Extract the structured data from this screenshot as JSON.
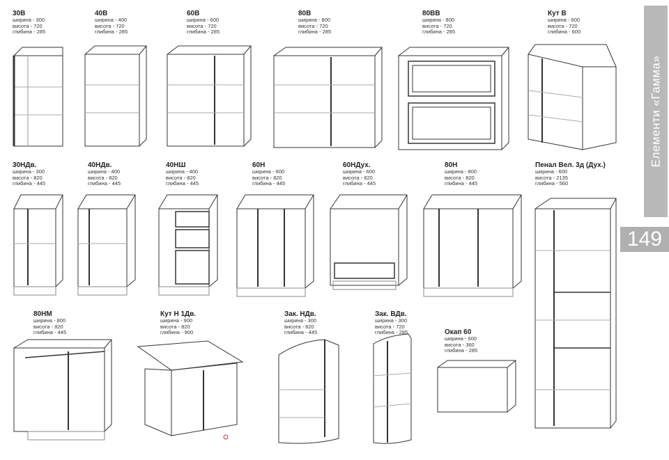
{
  "sidebar": {
    "label": "Елементи «Гамма»"
  },
  "page_number": "149",
  "items": [
    {
      "title": "30В",
      "width": "ширина - 300",
      "height": "висота - 720",
      "depth": "глибина - 285"
    },
    {
      "title": "40В",
      "width": "ширина - 400",
      "height": "висота - 720",
      "depth": "глибина - 285"
    },
    {
      "title": "60В",
      "width": "ширина - 600",
      "height": "висота - 720",
      "depth": "глибина - 285"
    },
    {
      "title": "80В",
      "width": "ширина - 800",
      "height": "висота - 720",
      "depth": "глибина - 285"
    },
    {
      "title": "80ВВ",
      "width": "ширина - 800",
      "height": "висота - 720",
      "depth": "глибина - 285"
    },
    {
      "title": "Кут В",
      "width": "ширина - 600",
      "height": "висота - 720",
      "depth": "глибина - 600"
    },
    {
      "title": "30НДв.",
      "width": "ширина - 300",
      "height": "висота - 820",
      "depth": "глибина - 445"
    },
    {
      "title": "40НДв.",
      "width": "ширина - 400",
      "height": "висота - 820",
      "depth": "глибина - 445"
    },
    {
      "title": "40НШ",
      "width": "ширина - 400",
      "height": "висота - 820",
      "depth": "глибина - 445"
    },
    {
      "title": "60Н",
      "width": "ширина - 600",
      "height": "висота - 820",
      "depth": "глибина - 445"
    },
    {
      "title": "60НДух.",
      "width": "ширина - 600",
      "height": "висота - 820",
      "depth": "глибина - 445"
    },
    {
      "title": "80Н",
      "width": "ширина - 800",
      "height": "висота - 820",
      "depth": "глибина - 445"
    },
    {
      "title": "Пенал Вел. 3д (Дух.)",
      "width": "ширина - 600",
      "height": "висота - 2135",
      "depth": "глибина - 560"
    },
    {
      "title": "80НМ",
      "width": "ширина - 800",
      "height": "висота - 820",
      "depth": "глибина - 445"
    },
    {
      "title": "Кут Н 1Дв.",
      "width": "ширина - 900",
      "height": "висота - 820",
      "depth": "глибина - 900"
    },
    {
      "title": "Зак. НДв.",
      "width": "ширина - 300",
      "height": "висота - 820",
      "depth": "глибина - 445"
    },
    {
      "title": "Зак. ВДв.",
      "width": "ширина - 300",
      "height": "висота - 720",
      "depth": "глибина - 285"
    },
    {
      "title": "Окап 60",
      "width": "ширина - 600",
      "height": "висота - 360",
      "depth": "глибина - 285"
    }
  ]
}
